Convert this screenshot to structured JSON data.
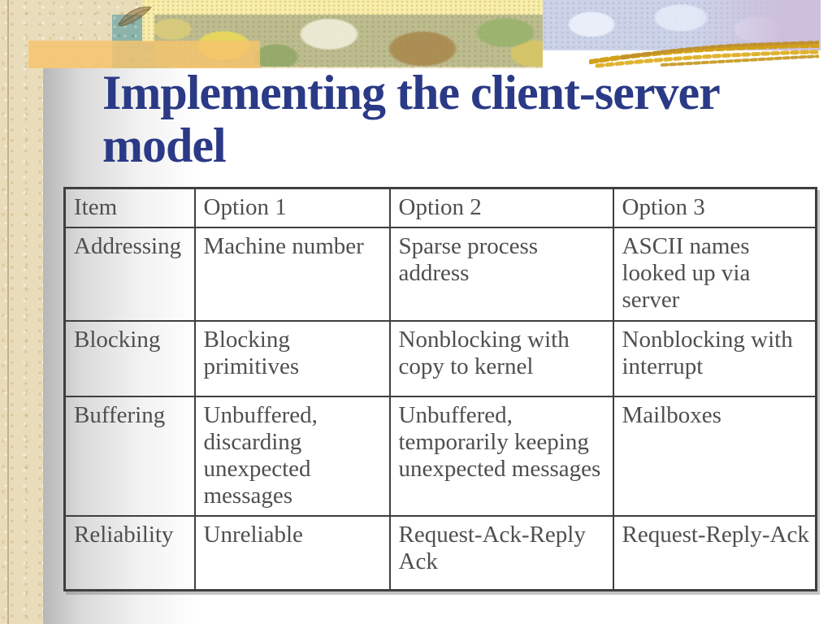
{
  "slide": {
    "title": {
      "text": "Implementing the client-server model",
      "line1": "Implementing the client-server",
      "line2": "model"
    },
    "table": {
      "headers": [
        "Item",
        "Option 1",
        "Option 2",
        "Option 3"
      ],
      "rows": [
        [
          "Addressing",
          "Machine number",
          "Sparse process address",
          "ASCII names looked up via server"
        ],
        [
          "Blocking",
          "Blocking primitives",
          "Nonblocking with copy to kernel",
          "Nonblocking with interrupt"
        ],
        [
          "Buffering",
          "Unbuffered, discarding unexpected messages",
          "Unbuffered, temporarily keeping unexpected messages",
          "Mailboxes"
        ],
        [
          "Reliability",
          "Unreliable",
          "Request-Ack-Reply Ack",
          "Request-Reply-Ack"
        ]
      ]
    },
    "colors": {
      "title_text": "#2b3a86",
      "table_border": "#3f3f3f",
      "table_text": "#4f4f4f",
      "parchment": "#e9dcba",
      "accent_orange": "#f6c36c",
      "accent_yellow": "#f7eeae",
      "accent_olive": "#bcbc8e",
      "accent_teal": "#8db4aa",
      "accent_blue": "#ccd3e8",
      "accent_lavender": "#cdbedb",
      "accent_gold": "#d4a21c"
    }
  }
}
